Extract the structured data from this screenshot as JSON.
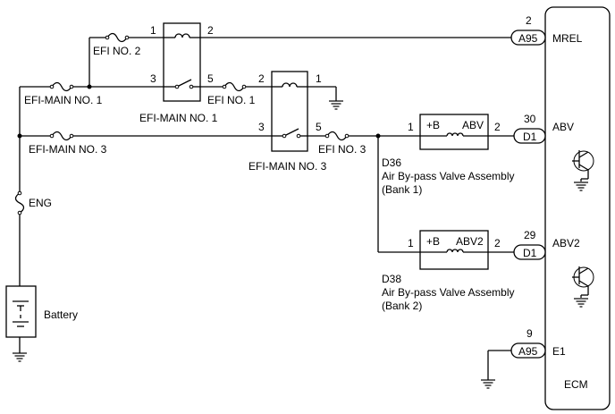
{
  "battery": {
    "label": "Battery"
  },
  "fuses": {
    "efi_main_1": "EFI-MAIN NO. 1",
    "efi_main_3": "EFI-MAIN NO. 3",
    "efi_2": "EFI NO. 2",
    "efi_1": "EFI NO. 1",
    "efi_3": "EFI NO. 3",
    "eng": "ENG"
  },
  "relays": {
    "efi_main_1": {
      "label": "EFI-MAIN NO. 1",
      "pins": [
        "1",
        "2",
        "3",
        "5"
      ]
    },
    "efi_main_3": {
      "label": "EFI-MAIN NO. 3",
      "pins": [
        "2",
        "1",
        "3",
        "5"
      ]
    }
  },
  "valves": [
    {
      "code": "D36",
      "name": "Air By-pass Valve Assembly",
      "bank": "(Bank 1)",
      "plus_label": "+B",
      "coil_label": "ABV",
      "pin_in": "1",
      "pin_out": "2"
    },
    {
      "code": "D38",
      "name": "Air By-pass Valve Assembly",
      "bank": "(Bank 2)",
      "plus_label": "+B",
      "coil_label": "ABV2",
      "pin_in": "1",
      "pin_out": "2"
    }
  ],
  "connectors": [
    {
      "id": "A95",
      "pin": "2",
      "signal": "MREL"
    },
    {
      "id": "D1",
      "pin": "30",
      "signal": "ABV"
    },
    {
      "id": "D1",
      "pin": "29",
      "signal": "ABV2"
    },
    {
      "id": "A95",
      "pin": "9",
      "signal": "E1"
    }
  ],
  "ecm": {
    "label": "ECM"
  }
}
